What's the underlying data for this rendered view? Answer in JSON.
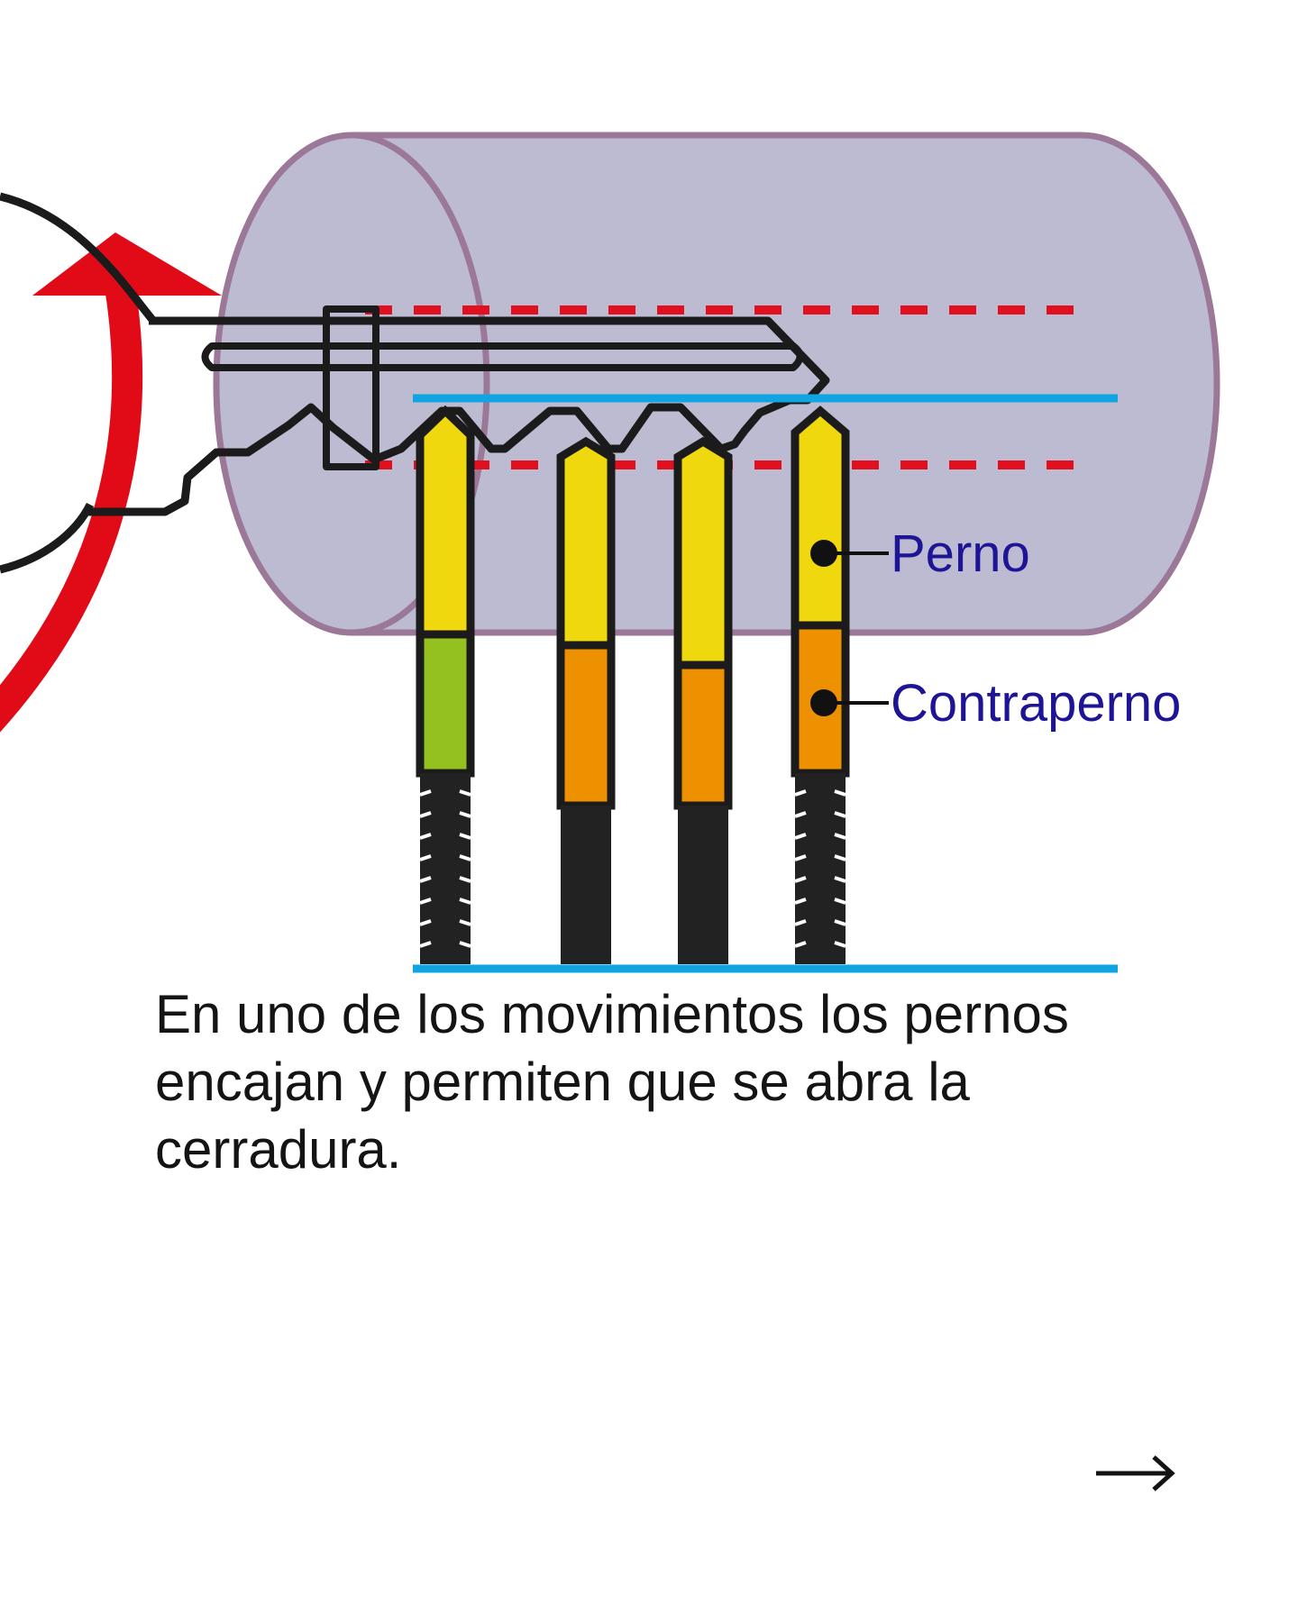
{
  "diagram": {
    "labels": {
      "pin": "Perno",
      "driver_pin": "Contraperno"
    },
    "colors": {
      "cylinder_fill": "#bcbbd2",
      "cylinder_stroke": "#9c7898",
      "pin_yellow": "#f0d80e",
      "driver_green": "#94c020",
      "driver_orange": "#ee9100",
      "spring_black": "#222222",
      "shear_line_blue": "#10a5e2",
      "dashed_red": "#e0101e",
      "arrow_red": "#e10a17",
      "label_blue": "#1e1496"
    },
    "pins": [
      {
        "driver_color": "driver_green",
        "spring": "coil"
      },
      {
        "driver_color": "driver_orange",
        "spring": "solid"
      },
      {
        "driver_color": "driver_orange",
        "spring": "solid"
      },
      {
        "driver_color": "driver_orange",
        "spring": "coil"
      }
    ]
  },
  "caption": "En uno de los movimientos los pernos encajan y permiten que se abra la cerradura.",
  "navigation": {
    "next_icon": "right-arrow-icon"
  }
}
